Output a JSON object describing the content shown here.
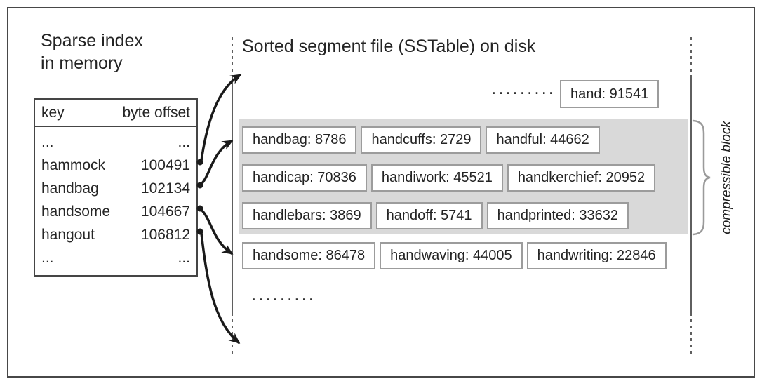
{
  "sparse_index": {
    "title": "Sparse index\nin memory",
    "table": {
      "header_key": "key",
      "header_offset": "byte offset",
      "rows": [
        {
          "key": "...",
          "offset": "..."
        },
        {
          "key": "hammock",
          "offset": "100491"
        },
        {
          "key": "handbag",
          "offset": "102134"
        },
        {
          "key": "handsome",
          "offset": "104667"
        },
        {
          "key": "hangout",
          "offset": "106812"
        },
        {
          "key": "...",
          "offset": "..."
        }
      ]
    }
  },
  "segment_file": {
    "title": "Sorted segment file (SSTable) on disk",
    "top_row": {
      "dots": ".........",
      "entry": "hand: 91541"
    },
    "compressible_block": {
      "label": "compressible block",
      "rows": [
        [
          "handbag: 8786",
          "handcuffs: 2729",
          "handful: 44662"
        ],
        [
          "handicap: 70836",
          "handiwork: 45521",
          "handkerchief: 20952"
        ],
        [
          "handlebars: 3869",
          "handoff: 5741",
          "handprinted: 33632"
        ]
      ]
    },
    "uncompressed_row": [
      "handsome: 86478",
      "handwaving: 44005",
      "handwriting: 22846"
    ],
    "bottom_dots": "........."
  },
  "colors": {
    "text": "#262626",
    "gray_block": "#d9d9d9",
    "box_border": "#9c9c9c",
    "boundary_line": "#5f5f5f",
    "brace": "#9a9a9a",
    "arrow": "#1a1a1a",
    "frame_border": "#474747"
  }
}
